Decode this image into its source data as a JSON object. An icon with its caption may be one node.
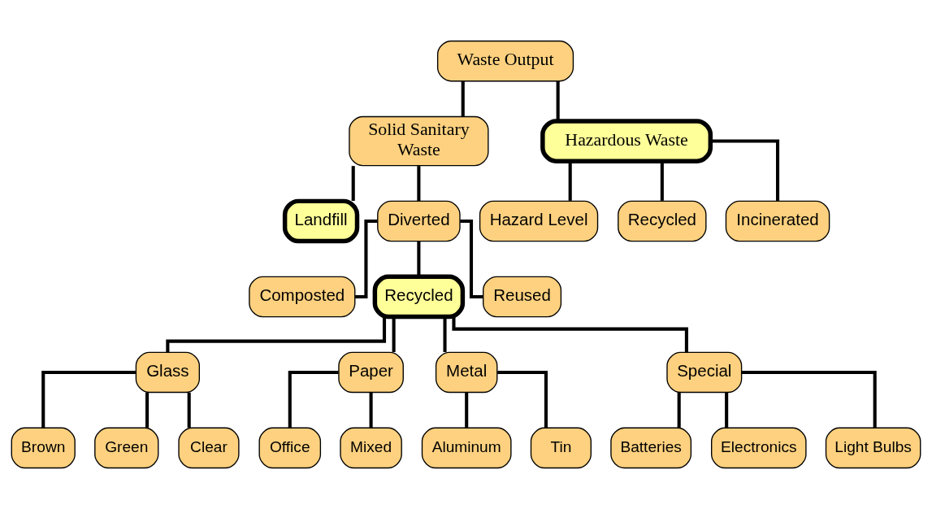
{
  "diagram": {
    "nodes": [
      {
        "text": [
          "Waste Output"
        ]
      },
      {
        "text": [
          "Solid Sanitary Waste"
        ]
      },
      {
        "text": [
          "Hazardous Waste"
        ]
      },
      {
        "text": [
          "Landfill"
        ]
      },
      {
        "text": [
          "Diverted"
        ]
      },
      {
        "text": [
          "Hazard Level"
        ]
      },
      {
        "text": [
          "Composted"
        ]
      },
      {
        "text": [
          "Recycled"
        ]
      },
      {
        "text": [
          "Reused"
        ]
      },
      {
        "text": [
          "Recycled"
        ]
      },
      {
        "text": [
          "Incinerated"
        ]
      },
      {
        "text": [
          "Glass"
        ]
      },
      {
        "text": [
          "Paper"
        ]
      },
      {
        "text": [
          "Metal"
        ]
      },
      {
        "text": [
          "Special"
        ]
      },
      {
        "text": [
          "Office"
        ]
      },
      {
        "text": [
          "Mixed"
        ]
      },
      {
        "text": [
          "Batteries"
        ]
      },
      {
        "text": [
          "Electronics"
        ]
      },
      {
        "text": [
          "Light Bulbs"
        ]
      },
      {
        "text": [
          "Brown"
        ]
      },
      {
        "text": [
          "Green"
        ]
      },
      {
        "text": [
          "Clear"
        ]
      },
      {
        "text": [
          "Aluminum"
        ]
      },
      {
        "text": [
          "Tin"
        ]
      }
    ],
    "edges": [
      {
        "from": 0,
        "to": 1,
        "arrow": "none"
      },
      {
        "from": 0,
        "to": 2,
        "arrow": "none"
      },
      {
        "from": 1,
        "to": 3,
        "arrow": "none"
      },
      {
        "from": 1,
        "to": 4,
        "arrow": "none"
      },
      {
        "from": 2,
        "to": 5,
        "arrow": "none"
      },
      {
        "from": 2,
        "to": 9,
        "arrow": "none"
      },
      {
        "from": 2,
        "to": 10,
        "arrow": "none"
      },
      {
        "from": 4,
        "to": 6,
        "arrow": "none"
      },
      {
        "from": 4,
        "to": 7,
        "arrow": "none"
      },
      {
        "from": 4,
        "to": 8,
        "arrow": "none"
      },
      {
        "from": 7,
        "to": 11,
        "arrow": "none"
      },
      {
        "from": 7,
        "to": 12,
        "arrow": "none"
      },
      {
        "from": 7,
        "to": 13,
        "arrow": "none"
      },
      {
        "from": 7,
        "to": 14,
        "arrow": "none"
      },
      {
        "from": 12,
        "to": 15,
        "arrow": "none"
      },
      {
        "from": 12,
        "to": 16,
        "arrow": "none"
      },
      {
        "from": 14,
        "to": 17,
        "arrow": "none"
      },
      {
        "from": 14,
        "to": 18,
        "arrow": "none"
      },
      {
        "from": 14,
        "to": 19,
        "arrow": "none"
      },
      {
        "from": 11,
        "to": 20,
        "arrow": "none"
      },
      {
        "from": 11,
        "to": 21,
        "arrow": "none"
      },
      {
        "from": 11,
        "to": 22,
        "arrow": "none"
      },
      {
        "from": 13,
        "to": 23,
        "arrow": "none"
      },
      {
        "from": 13,
        "to": 24,
        "arrow": "none"
      }
    ]
  }
}
